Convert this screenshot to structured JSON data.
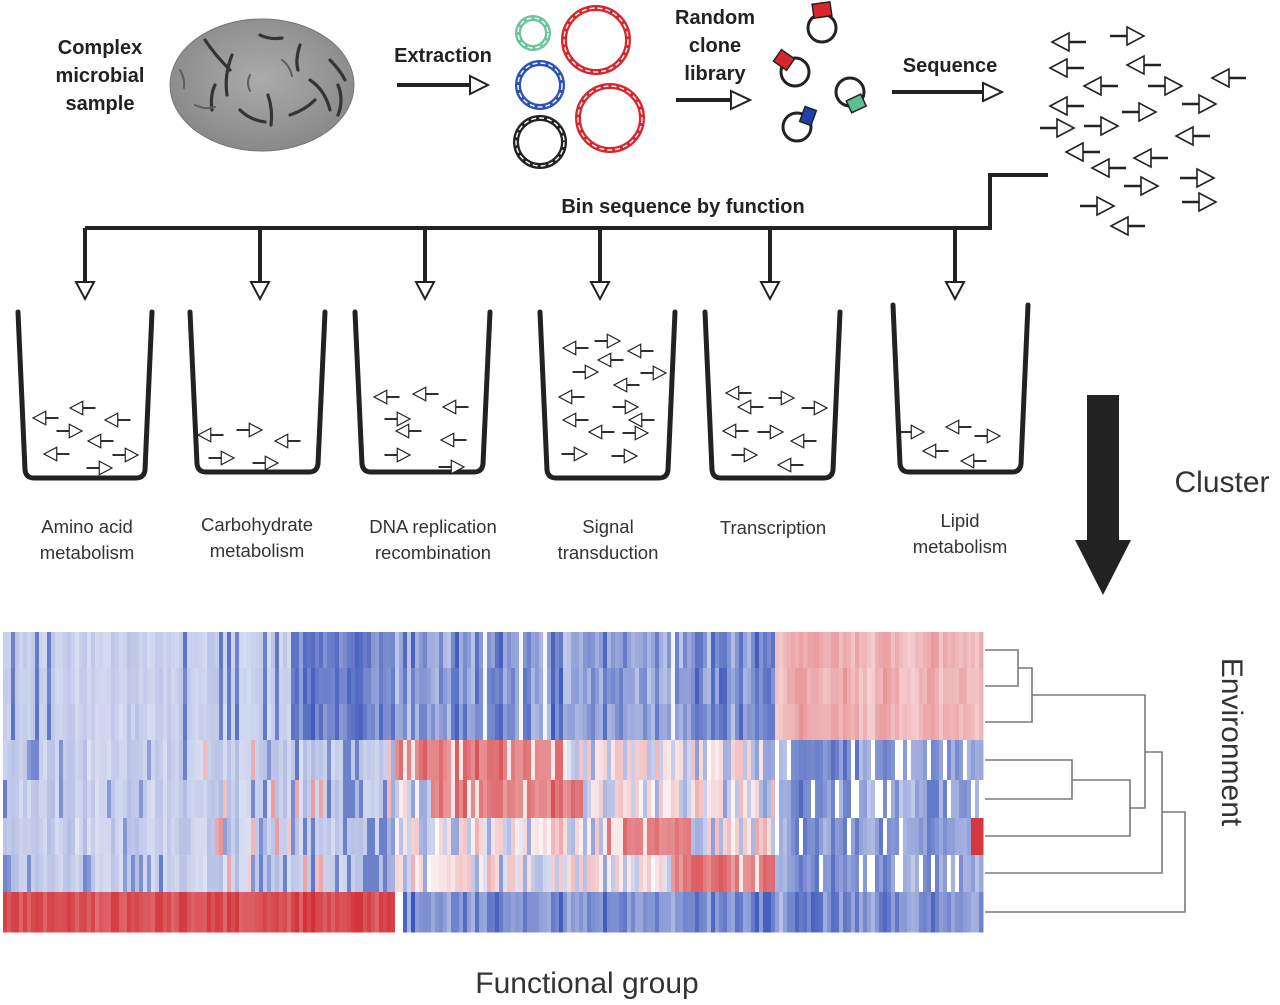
{
  "figure": {
    "sample": {
      "lines": [
        "Complex",
        "microbial",
        "sample"
      ]
    },
    "extraction": {
      "label": "Extraction"
    },
    "library": {
      "lines": [
        "Random",
        "clone",
        "library"
      ]
    },
    "sequence": {
      "label": "Sequence"
    },
    "binning": {
      "label": "Bin sequence by function"
    },
    "cluster": {
      "label": "Cluster"
    }
  },
  "bins": [
    {
      "lines": [
        "Amino acid",
        "metabolism"
      ],
      "fragments": 8
    },
    {
      "lines": [
        "Carbohydrate",
        "metabolism"
      ],
      "fragments": 5
    },
    {
      "lines": [
        "DNA replication",
        "recombination"
      ],
      "fragments": 8
    },
    {
      "lines": [
        "Signal",
        "transduction"
      ],
      "fragments": 15
    },
    {
      "lines": [
        "Transcription"
      ],
      "fragments": 9
    },
    {
      "lines": [
        "Lipid",
        "metabolism"
      ],
      "fragments": 5
    }
  ],
  "heatmap": {
    "x_label": "Functional group",
    "y_label": "Environment",
    "colors": {
      "high": "#cf2127",
      "mid": "#ffffff",
      "low": "#2e4bb5"
    }
  },
  "colors": {
    "plasmid_green": "#6cc49b",
    "plasmid_red": "#d8262c",
    "plasmid_blue": "#2d52b6",
    "plasmid_black": "#222222",
    "tag_red": "#d8262c",
    "tag_green": "#5fbf8f",
    "tag_blue": "#2340a8"
  }
}
